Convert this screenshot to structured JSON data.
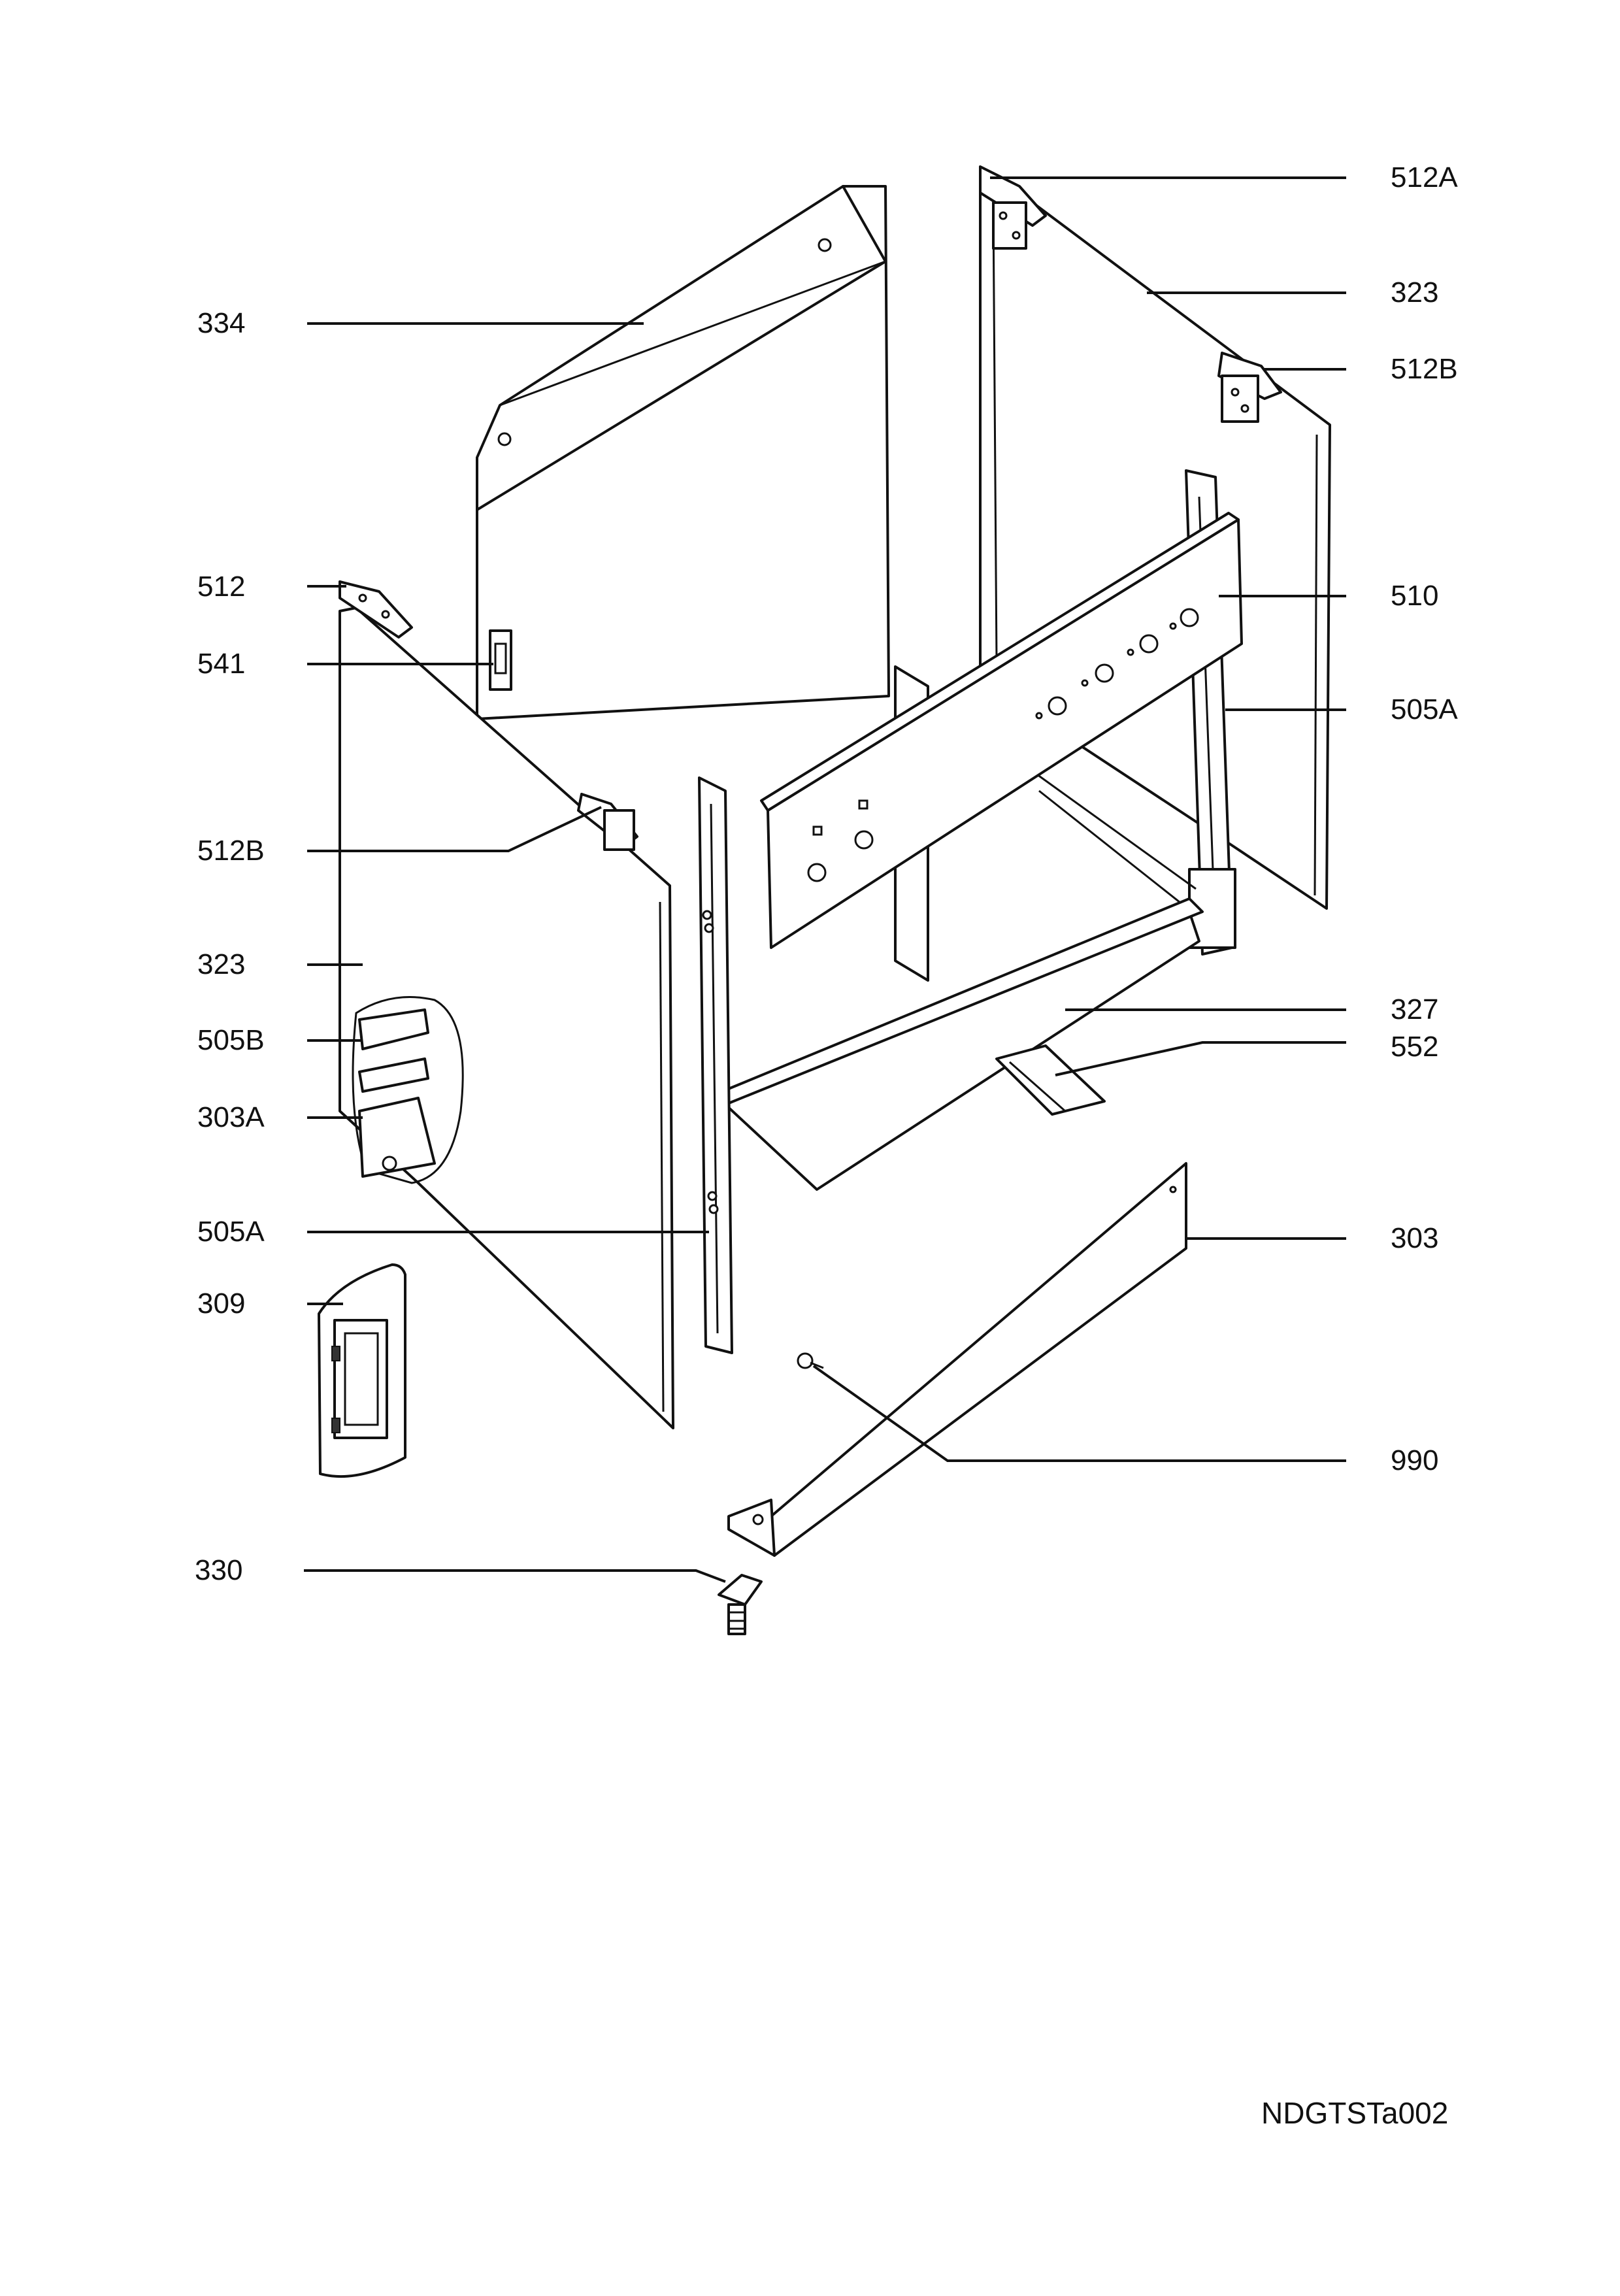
{
  "diagram": {
    "labels": {
      "l334": "334",
      "l512": "512",
      "l541": "541",
      "l512B_left": "512B",
      "l323_left": "323",
      "l505B": "505B",
      "l303A": "303A",
      "l505A_left": "505A",
      "l309": "309",
      "l330": "330",
      "l512A": "512A",
      "l323_right": "323",
      "l512B_right": "512B",
      "l510": "510",
      "l505A_right": "505A",
      "l327": "327",
      "l552": "552",
      "l303": "303",
      "l990": "990"
    },
    "reference_code": "NDGTSTa002"
  }
}
